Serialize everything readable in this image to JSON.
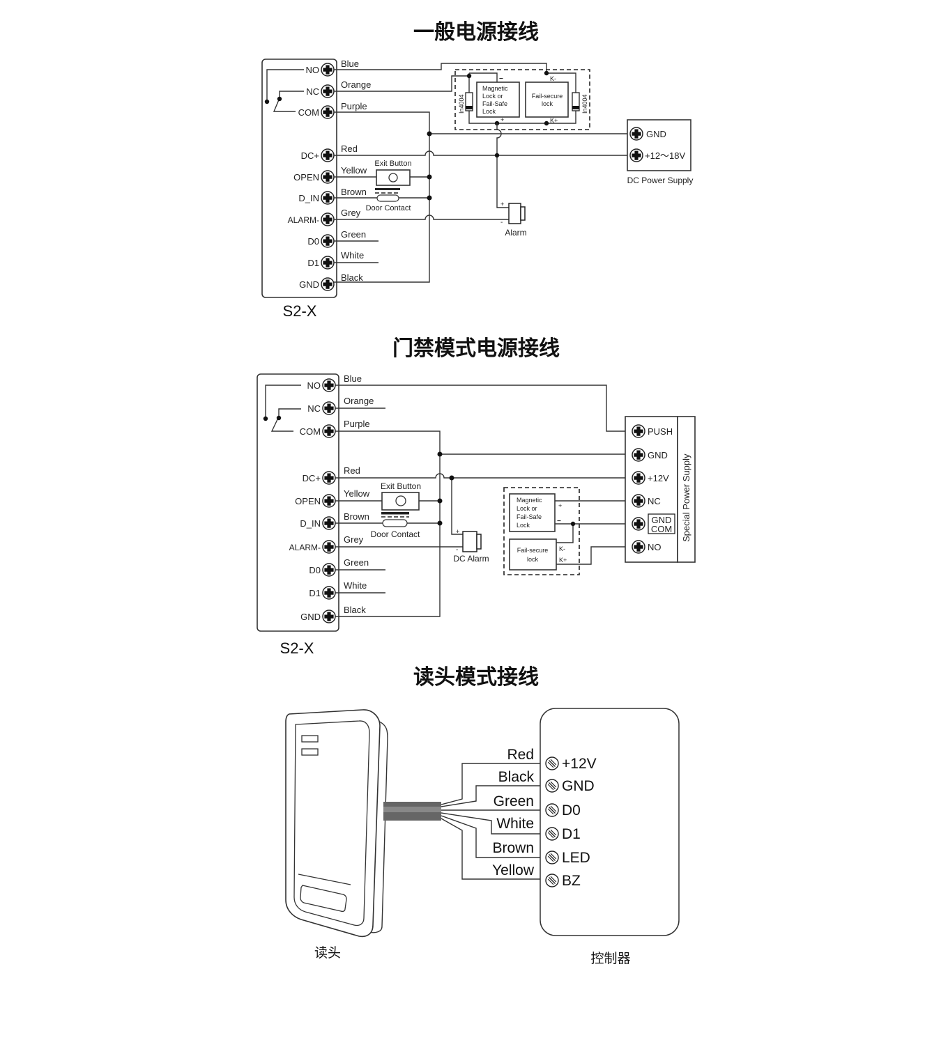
{
  "sections": [
    {
      "title": "一般电源接线",
      "model": "S2-X",
      "terminals": [
        {
          "pin": "NO",
          "wire": "Blue"
        },
        {
          "pin": "NC",
          "wire": "Orange"
        },
        {
          "pin": "COM",
          "wire": "Purple"
        },
        {
          "pin": "DC+",
          "wire": "Red"
        },
        {
          "pin": "OPEN",
          "wire": "Yellow"
        },
        {
          "pin": "D_IN",
          "wire": "Brown"
        },
        {
          "pin": "ALARM-",
          "wire": "Grey"
        },
        {
          "pin": "D0",
          "wire": "Green"
        },
        {
          "pin": "D1",
          "wire": "White"
        },
        {
          "pin": "GND",
          "wire": "Black"
        }
      ],
      "exit_button": "Exit Button",
      "door_contact": "Door Contact",
      "alarm": "Alarm",
      "alarm_plus": "+",
      "alarm_minus": "-",
      "diode": "In4004",
      "mag_lock": [
        "Magnetic",
        "Lock or",
        "Fail-Safe",
        "Lock"
      ],
      "fail_secure": [
        "Fail-secure",
        "lock"
      ],
      "k_minus": "K-",
      "k_plus": "K+",
      "minus": "−",
      "plus": "+",
      "power_supply": {
        "label": "DC Power Supply",
        "terminals": [
          "GND",
          "+12～18V"
        ]
      }
    },
    {
      "title": "门禁模式电源接线",
      "model": "S2-X",
      "terminals": [
        {
          "pin": "NO",
          "wire": "Blue"
        },
        {
          "pin": "NC",
          "wire": "Orange"
        },
        {
          "pin": "COM",
          "wire": "Purple"
        },
        {
          "pin": "DC+",
          "wire": "Red"
        },
        {
          "pin": "OPEN",
          "wire": "Yellow"
        },
        {
          "pin": "D_IN",
          "wire": "Brown"
        },
        {
          "pin": "ALARM-",
          "wire": "Grey"
        },
        {
          "pin": "D0",
          "wire": "Green"
        },
        {
          "pin": "D1",
          "wire": "White"
        },
        {
          "pin": "GND",
          "wire": "Black"
        }
      ],
      "exit_button": "Exit Button",
      "door_contact": "Door Contact",
      "alarm": "DC Alarm",
      "alarm_plus": "+",
      "alarm_minus": "-",
      "mag_lock": [
        "Magnetic",
        "Lock or",
        "Fail-Safe",
        "Lock"
      ],
      "fail_secure": [
        "Fail-secure",
        "lock"
      ],
      "k_minus": "K-",
      "k_plus": "K+",
      "minus": "−",
      "plus": "+",
      "power_supply": {
        "label": "Special Power Supply",
        "terminals": [
          "PUSH",
          "GND",
          "+12V",
          "NC",
          "GND",
          "COM",
          "NO"
        ]
      }
    },
    {
      "title": "读头模式接线",
      "reader_label": "读头",
      "controller_label": "控制器",
      "wires": [
        {
          "color": "Red",
          "pin": "+12V"
        },
        {
          "color": "Black",
          "pin": "GND"
        },
        {
          "color": "Green",
          "pin": "D0"
        },
        {
          "color": "White",
          "pin": "D1"
        },
        {
          "color": "Brown",
          "pin": "LED"
        },
        {
          "color": "Yellow",
          "pin": "BZ"
        }
      ]
    }
  ]
}
